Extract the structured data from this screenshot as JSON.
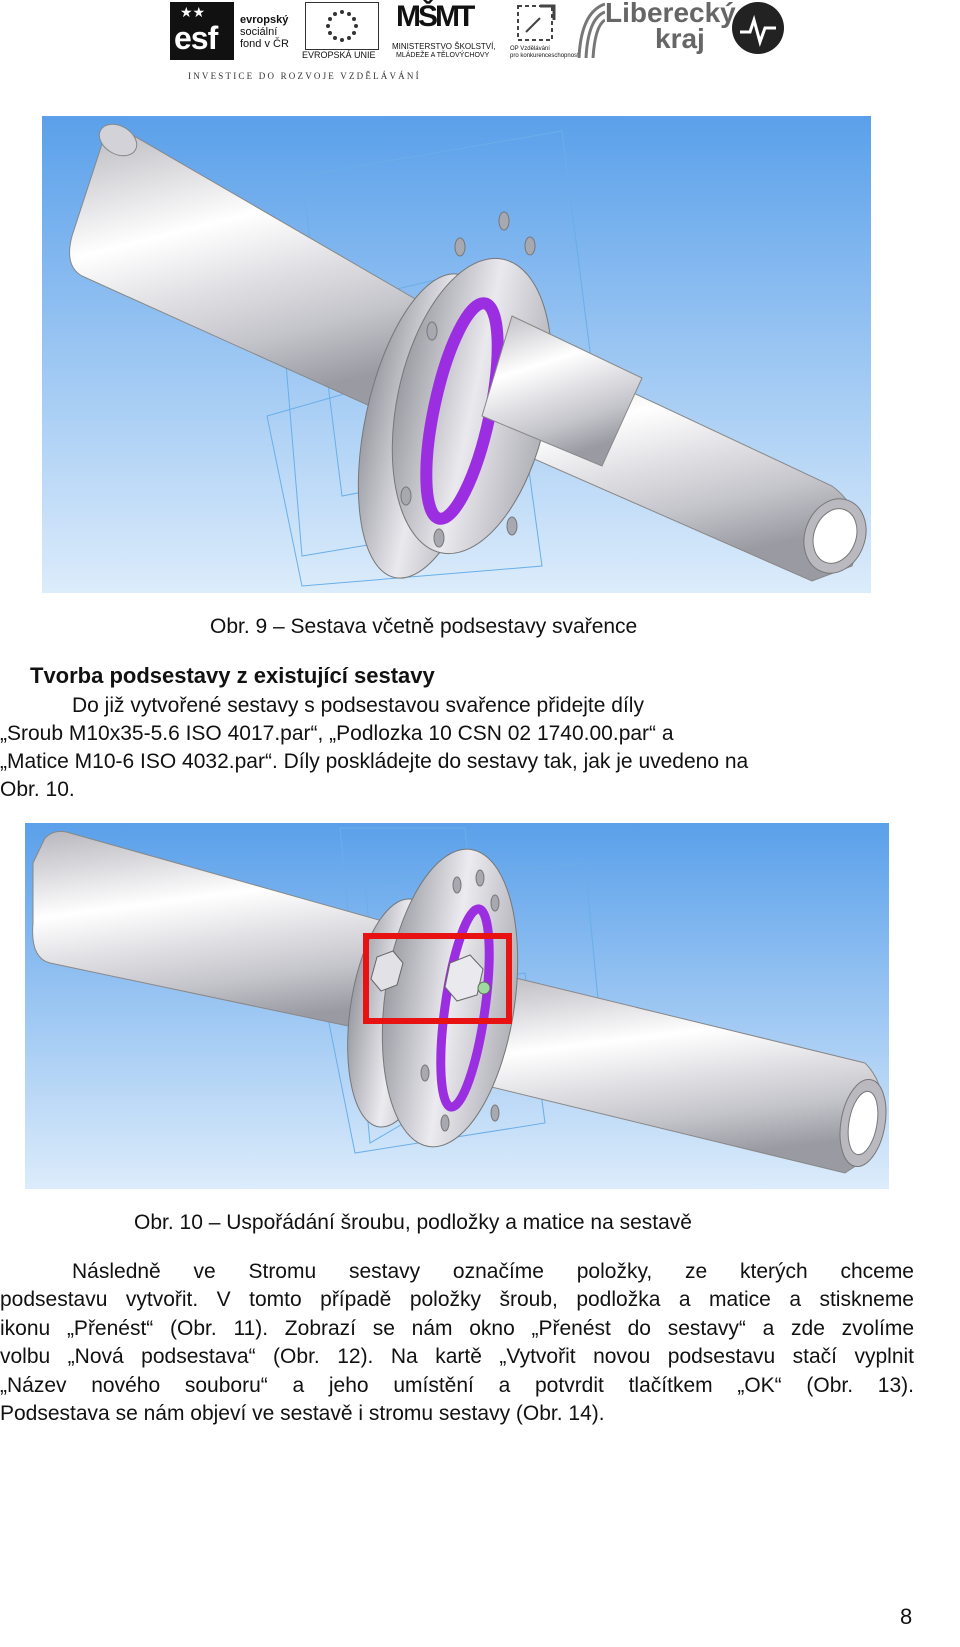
{
  "header": {
    "esf_mark": "esf",
    "esf_text_lines": [
      "evropský",
      "sociální",
      "fond v ČR"
    ],
    "eu_text": "EVROPSKÁ UNIE",
    "msmt_mark": "MŠMT",
    "msmt_text_lines": [
      "MINISTERSTVO ŠKOLSTVÍ,",
      "MLÁDEŽE A TĚLOVÝCHOVY"
    ],
    "op_text_lines": [
      "OP Vzdělávání",
      "pro konkurenceschopnost"
    ],
    "region_text_lines": [
      "Liberecký",
      "kraj"
    ],
    "band_caption": "INVESTICE DO ROZVOJE VZDĚLÁVÁNÍ"
  },
  "figures": [
    {
      "caption": "Obr. 9 – Sestava včetně podsestavy svařence"
    },
    {
      "caption": "Obr. 10 – Uspořádání šroubu, podložky a matice na sestavě"
    }
  ],
  "section": {
    "heading": "Tvorba podsestavy z existující sestavy",
    "intro_lines": [
      "Do již vytvořené sestavy s podsestavou svařence přidejte díly",
      "„Sroub M10x35-5.6 ISO 4017.par“, „Podlozka 10 CSN 02 1740.00.par“ a",
      "„Matice M10-6 ISO 4032.par“. Díly poskládejte do sestavy tak, jak je uvedeno na",
      "Obr. 10."
    ],
    "body_lines": [
      "Následně ve Stromu sestavy označíme položky, ze kterých chceme",
      "podsestavu vytvořit. V tomto případě položky šroub, podložka a matice a stiskneme",
      "ikonu „Přenést“ (Obr. 11). Zobrazí se nám okno „Přenést do sestavy“ a zde zvolíme",
      "volbu „Nová podsestava“ (Obr. 12). Na kartě „Vytvořit novou podsestavu stačí vyplnit",
      "„Název nového souboru“ a jeho umístění a potvrdit tlačítkem „OK“ (Obr. 13).",
      "Podsestava se nám objeví ve sestavě i stromu sestavy (Obr. 14)."
    ]
  },
  "page_number": "8",
  "colors": {
    "sky_top": "#5aa0ea",
    "sky_bottom": "#dcecfb",
    "weld_ring": "#9b2ee0",
    "highlight_box": "#e81212",
    "sketch_lines": "#6aaee8"
  }
}
